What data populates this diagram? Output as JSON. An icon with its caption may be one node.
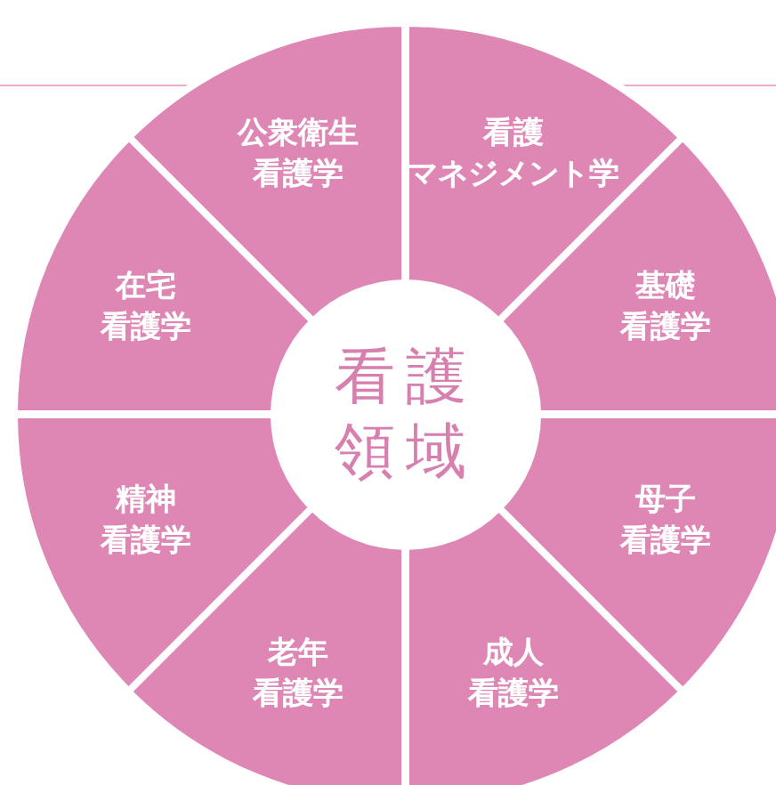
{
  "diagram": {
    "nodes": [
      {
        "text": [
          "公衆衛生看護学"
        ]
      },
      {
        "text": [
          "看護マネジメント学"
        ]
      },
      {
        "text": [
          "在宅看護学"
        ]
      },
      {
        "text": [
          "基礎看護学"
        ]
      },
      {
        "text": [
          "看護領域"
        ]
      },
      {
        "text": [
          "精神看護学"
        ]
      },
      {
        "text": [
          "母子看護学"
        ]
      },
      {
        "text": [
          "老年看護学"
        ]
      },
      {
        "text": [
          "成人看護学"
        ]
      }
    ]
  }
}
